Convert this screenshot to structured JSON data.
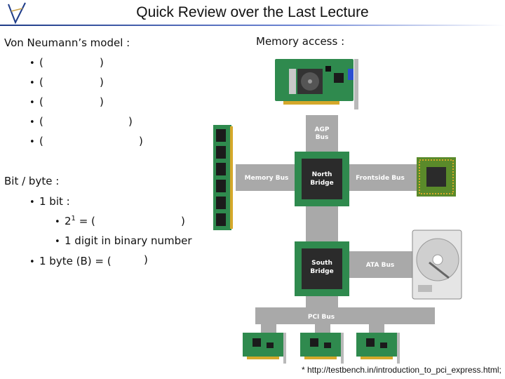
{
  "slide": {
    "title": "Quick Review over the Last Lecture",
    "source_note": "* http://testbench.in/introduction_to_pci_express.html;"
  },
  "left": {
    "von_neumann_heading": "Von Neumann’s model :",
    "von_neumann_items": [
      "(",
      "(",
      "(",
      "(",
      "("
    ],
    "von_neumann_closers": [
      ")",
      ")",
      ")",
      ")",
      ")"
    ],
    "bit_byte_heading": "Bit / byte :",
    "one_bit": "1 bit :",
    "power_item": "2",
    "power_exp": "1",
    "power_rest": "= (",
    "power_close": ")",
    "binary_digit": "1 digit in binary number",
    "one_byte": "1 byte (B) =",
    "one_byte_open": "(",
    "one_byte_close": ")"
  },
  "right": {
    "memory_access_heading": "Memory access :",
    "diagram": {
      "agp_bus": [
        "AGP",
        "Bus"
      ],
      "memory_bus": "Memory Bus",
      "north_bridge": [
        "North",
        "Bridge"
      ],
      "frontside_bus": "Frontside Bus",
      "south_bridge": [
        "South",
        "Bridge"
      ],
      "ata_bus": "ATA Bus",
      "pci_bus": "PCI Bus"
    }
  },
  "colors": {
    "board_green": "#2f8a4e",
    "bus_gray": "#a9a9a9",
    "chip_dark": "#2b2b2b",
    "title_rule": "#1f3c88"
  }
}
